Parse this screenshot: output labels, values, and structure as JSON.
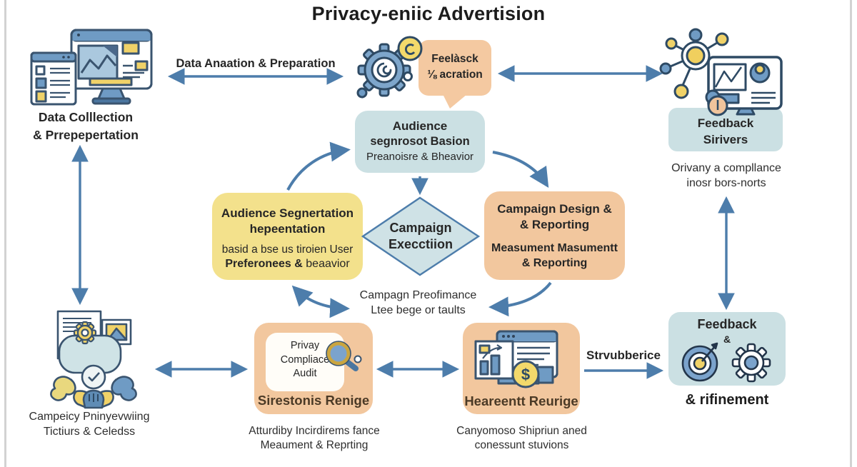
{
  "title": "Privacy-eniic Advertision",
  "colors": {
    "arrow": "#4d7dab",
    "box_teal": "#cbe0e3",
    "box_yellow": "#f3e18c",
    "box_orange": "#f2c79e",
    "label_brown": "#4b3a26"
  },
  "nodes": {
    "dataCollection": {
      "line1": "Data Colllection",
      "line2": "& Prrepepertation"
    },
    "topArrow": {
      "label": "Data Anaation & Preparation"
    },
    "bubble": {
      "line1": "Feelàsck",
      "line2": "⅛ acration"
    },
    "feedbackSirivers": {
      "line1": "Feedback",
      "line2": "Sirivers",
      "sub1": "Orivany a compllance",
      "sub2": "inosr bors-norts"
    },
    "audienceTop": {
      "line1": "Audience",
      "line2": "segnrosot Basion",
      "line3": "Preanoisre & Bheavior"
    },
    "audienceSeg": {
      "line1": "Audience Segnertation",
      "line2": "hepeentation",
      "line3": "basid a bse us tiroien User",
      "line4a": "Preferonees &",
      "line4b": " beaavior"
    },
    "diamond": {
      "line1": "Campaign",
      "line2": "Execctiion"
    },
    "campaignDesign": {
      "line1": "Campaign Design &",
      "line2": "& Reporting",
      "line3": "Measument Masumentt",
      "line4": "& Reporting"
    },
    "performance": {
      "line1": "Campagn Preofimance",
      "line2": "Ltee bege or taults"
    },
    "community": {
      "line1": "Campeicy Pninyevwiing",
      "line2": "Tictiurs & Celedss"
    },
    "privacyAudit": {
      "inner1": "Privay",
      "inner2": "Compliace",
      "inner3": "Audit",
      "label": "Sirestonis Renige",
      "sub1": "Atturdiby Incirdirems fance",
      "sub2": "Meaument & Reprting"
    },
    "measurement": {
      "label": "Heareentt Reurige",
      "sub1": "Canyomoso Shipriun aned",
      "sub2": "conessunt stuvions",
      "dollar": "$"
    },
    "strvubberice": {
      "label": "Strvubberice"
    },
    "feedbackRefine": {
      "line1": "Feedback",
      "line2": "&",
      "sub": "& rifinement"
    }
  }
}
